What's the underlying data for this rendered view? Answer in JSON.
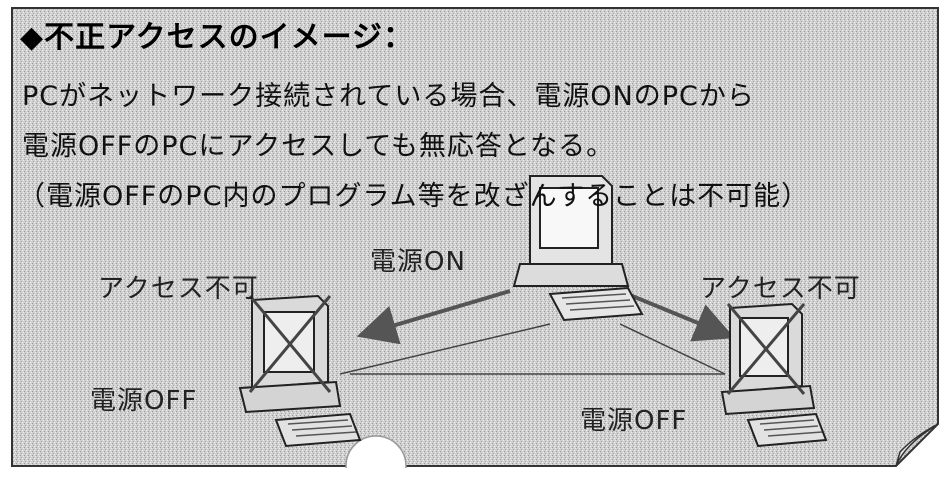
{
  "title": "◆不正アクセスのイメージ：",
  "description": {
    "line1": "PCがネットワーク接続されている場合、電源ONのPCから",
    "line2": "電源OFFのPCにアクセスしても無応答となる。",
    "line3": "（電源OFFのPC内のプログラム等を改ざんすることは不可能）"
  },
  "diagram": {
    "power_on_label": "電源ON",
    "power_off_label_left": "電源OFF",
    "power_off_label_right": "電源OFF",
    "access_denied_left": "アクセス不可",
    "access_denied_right": "アクセス不可"
  },
  "colors": {
    "panel_background": "#c9c9c9",
    "border": "#333333",
    "arrow": "#555555",
    "cross": "#444444"
  }
}
